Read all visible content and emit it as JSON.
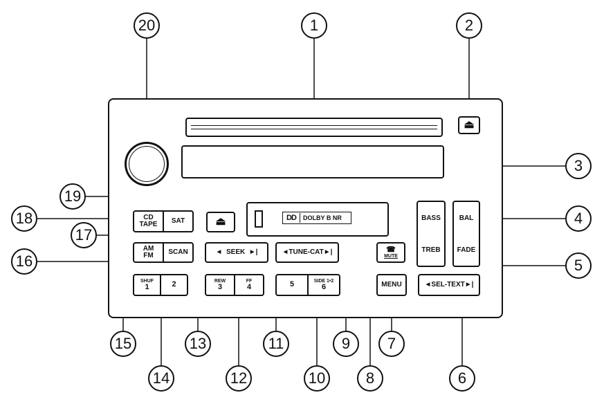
{
  "diagram": {
    "buttons": {
      "bass": "BASS",
      "treb": "TREB",
      "bal": "BAL",
      "fade": "FADE",
      "cd": "CD",
      "tape": "TAPE",
      "sat": "SAT",
      "am": "AM",
      "fm": "FM",
      "scan": "SCAN",
      "seek": "SEEK",
      "tune_cat": "TUNE-CAT",
      "mute": "MUTE",
      "menu": "MENU",
      "sel_text": "SEL-TEXT",
      "shuf": "SHUF",
      "preset_1": "1",
      "preset_2": "2",
      "rew": "REW",
      "preset_3": "3",
      "ff": "FF",
      "preset_4": "4",
      "preset_5": "5",
      "side": "SIDE 1•2",
      "preset_6": "6"
    },
    "dolby_label": "DOLBY B NR",
    "callouts": [
      "1",
      "2",
      "3",
      "4",
      "5",
      "6",
      "7",
      "8",
      "9",
      "10",
      "11",
      "12",
      "13",
      "14",
      "15",
      "16",
      "17",
      "18",
      "19",
      "20"
    ]
  }
}
